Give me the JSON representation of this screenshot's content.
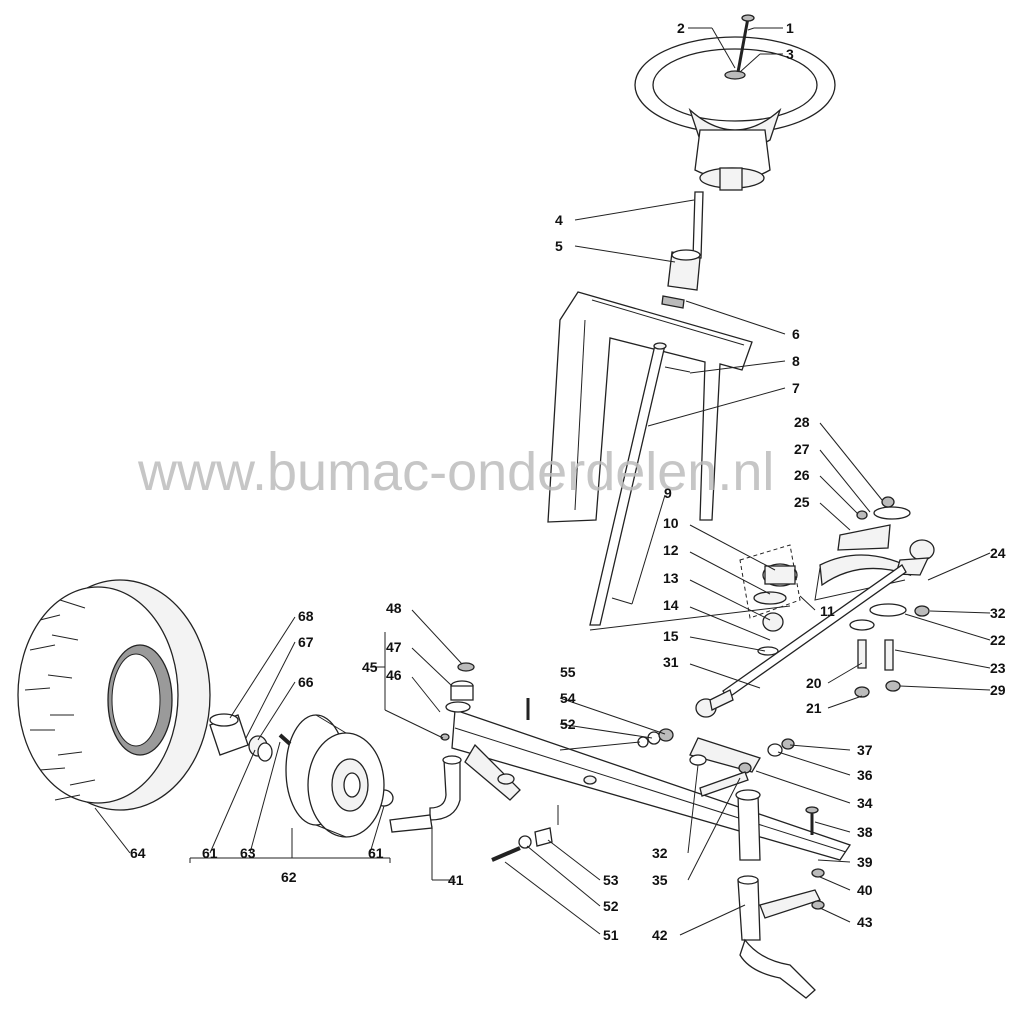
{
  "watermark": "www.bumac-onderdelen.nl",
  "callouts": [
    {
      "id": "c1",
      "text": "1"
    },
    {
      "id": "c2",
      "text": "2"
    },
    {
      "id": "c3",
      "text": "3"
    },
    {
      "id": "c4",
      "text": "4"
    },
    {
      "id": "c5",
      "text": "5"
    },
    {
      "id": "c6",
      "text": "6"
    },
    {
      "id": "c7",
      "text": "7"
    },
    {
      "id": "c8",
      "text": "8"
    },
    {
      "id": "c9",
      "text": "9"
    },
    {
      "id": "c10",
      "text": "10"
    },
    {
      "id": "c11",
      "text": "11"
    },
    {
      "id": "c12",
      "text": "12"
    },
    {
      "id": "c13",
      "text": "13"
    },
    {
      "id": "c14",
      "text": "14"
    },
    {
      "id": "c15",
      "text": "15"
    },
    {
      "id": "c20",
      "text": "20"
    },
    {
      "id": "c21",
      "text": "21"
    },
    {
      "id": "c22",
      "text": "22"
    },
    {
      "id": "c23",
      "text": "23"
    },
    {
      "id": "c24",
      "text": "24"
    },
    {
      "id": "c25",
      "text": "25"
    },
    {
      "id": "c26",
      "text": "26"
    },
    {
      "id": "c27",
      "text": "27"
    },
    {
      "id": "c28",
      "text": "28"
    },
    {
      "id": "c29",
      "text": "29"
    },
    {
      "id": "c31",
      "text": "31"
    },
    {
      "id": "c32a",
      "text": "32"
    },
    {
      "id": "c32b",
      "text": "32"
    },
    {
      "id": "c34",
      "text": "34"
    },
    {
      "id": "c35",
      "text": "35"
    },
    {
      "id": "c36",
      "text": "36"
    },
    {
      "id": "c37",
      "text": "37"
    },
    {
      "id": "c38",
      "text": "38"
    },
    {
      "id": "c39",
      "text": "39"
    },
    {
      "id": "c40",
      "text": "40"
    },
    {
      "id": "c41",
      "text": "41"
    },
    {
      "id": "c42",
      "text": "42"
    },
    {
      "id": "c43",
      "text": "43"
    },
    {
      "id": "c45",
      "text": "45"
    },
    {
      "id": "c46",
      "text": "46"
    },
    {
      "id": "c47",
      "text": "47"
    },
    {
      "id": "c48",
      "text": "48"
    },
    {
      "id": "c51",
      "text": "51"
    },
    {
      "id": "c52a",
      "text": "52"
    },
    {
      "id": "c52b",
      "text": "52"
    },
    {
      "id": "c53",
      "text": "53"
    },
    {
      "id": "c54",
      "text": "54"
    },
    {
      "id": "c55",
      "text": "55"
    },
    {
      "id": "c61a",
      "text": "61"
    },
    {
      "id": "c61b",
      "text": "61"
    },
    {
      "id": "c62",
      "text": "62"
    },
    {
      "id": "c63",
      "text": "63"
    },
    {
      "id": "c64",
      "text": "64"
    },
    {
      "id": "c66",
      "text": "66"
    },
    {
      "id": "c67",
      "text": "67"
    },
    {
      "id": "c68",
      "text": "68"
    }
  ]
}
